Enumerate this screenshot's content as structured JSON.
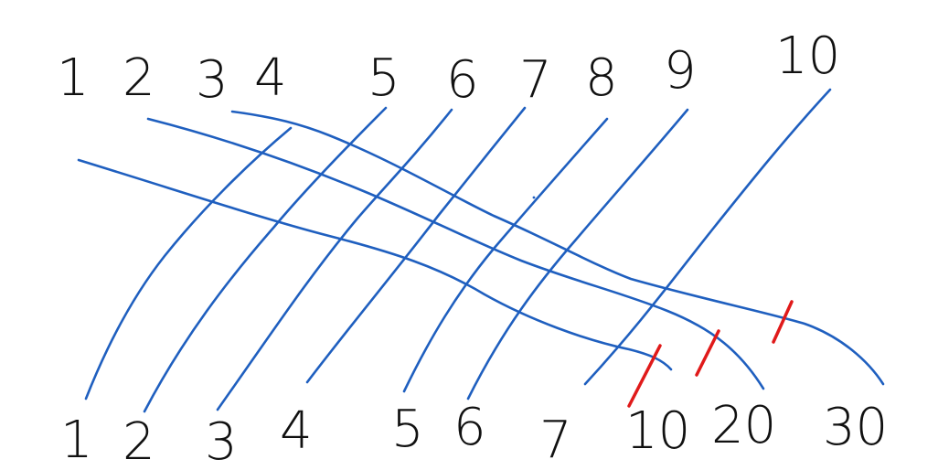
{
  "diagram": {
    "top_labels": [
      "1",
      "2",
      "3",
      "4",
      "5",
      "6",
      "7",
      "8",
      "9",
      "10"
    ],
    "bottom_labels": [
      "1",
      "2",
      "3",
      "4",
      "5",
      "6",
      "7",
      "10",
      "20",
      "30"
    ],
    "line_color": "#1f5fbf",
    "strike_color": "#e01a1a",
    "ink_color": "#111111"
  }
}
